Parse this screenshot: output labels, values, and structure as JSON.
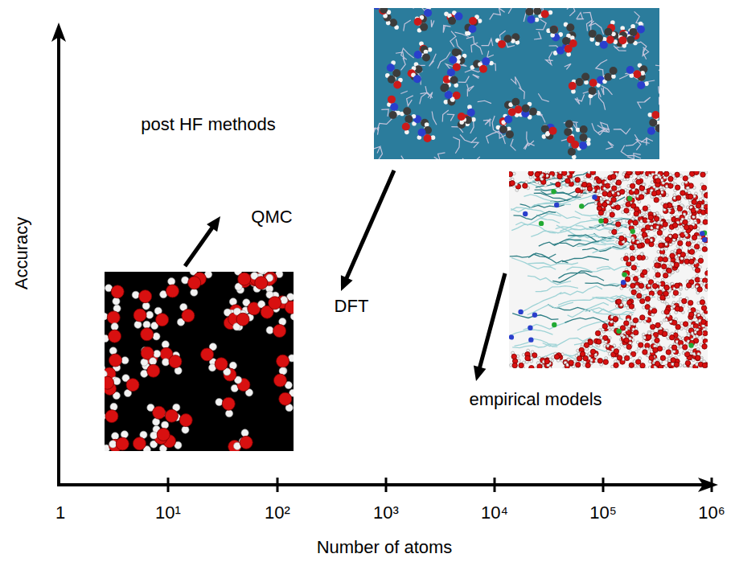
{
  "diagram": {
    "labels": [
      "post HF methods",
      "QMC",
      "Accuracy",
      "DFT",
      "empirical models",
      "1",
      "10¹",
      "10²",
      "10³",
      "10⁴",
      "10⁵",
      "10⁶",
      "Number of atoms"
    ]
  }
}
